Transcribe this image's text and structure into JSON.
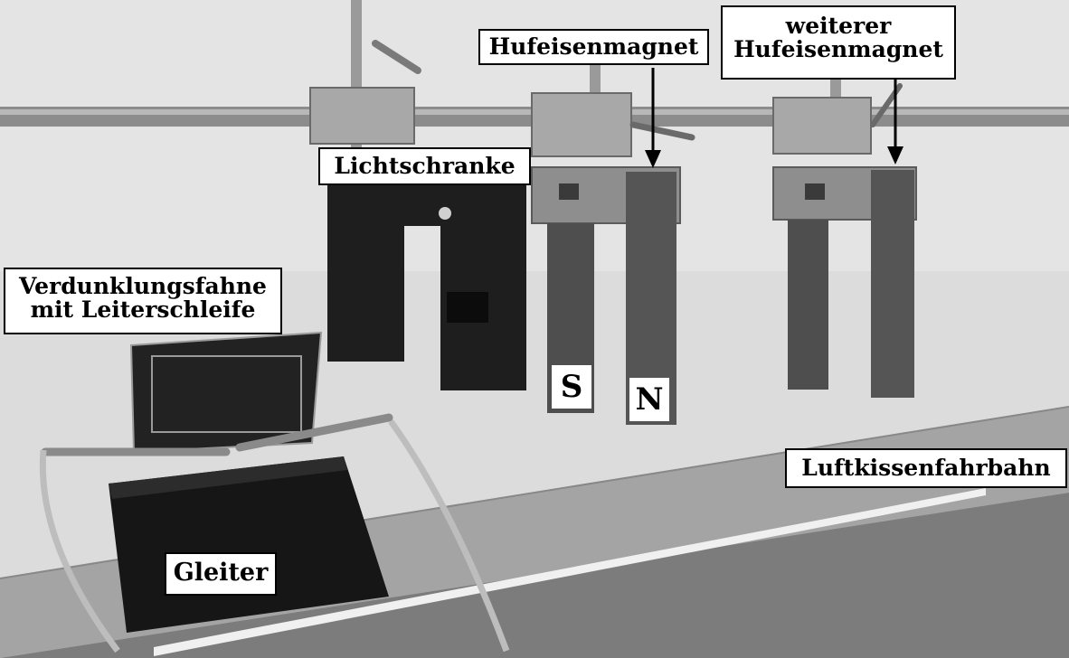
{
  "labels": {
    "horseshoe_magnet": "Hufeisenmagnet",
    "another_magnet_line1": "weiterer",
    "another_magnet_line2": "Hufeisenmagnet",
    "light_barrier": "Lichtschranke",
    "flag_line1": "Verdunklungsfahne",
    "flag_line2": "mit Leiterschleife",
    "glider": "Gleiter",
    "air_track": "Luftkissenfahrbahn"
  },
  "poles": {
    "south": "S",
    "north": "N"
  },
  "colors": {
    "wall": "#dcdcdc",
    "track": "#9a9a9a",
    "magnet": "#555555",
    "light_barrier": "#1e1e1e",
    "label_border": "#000000"
  }
}
